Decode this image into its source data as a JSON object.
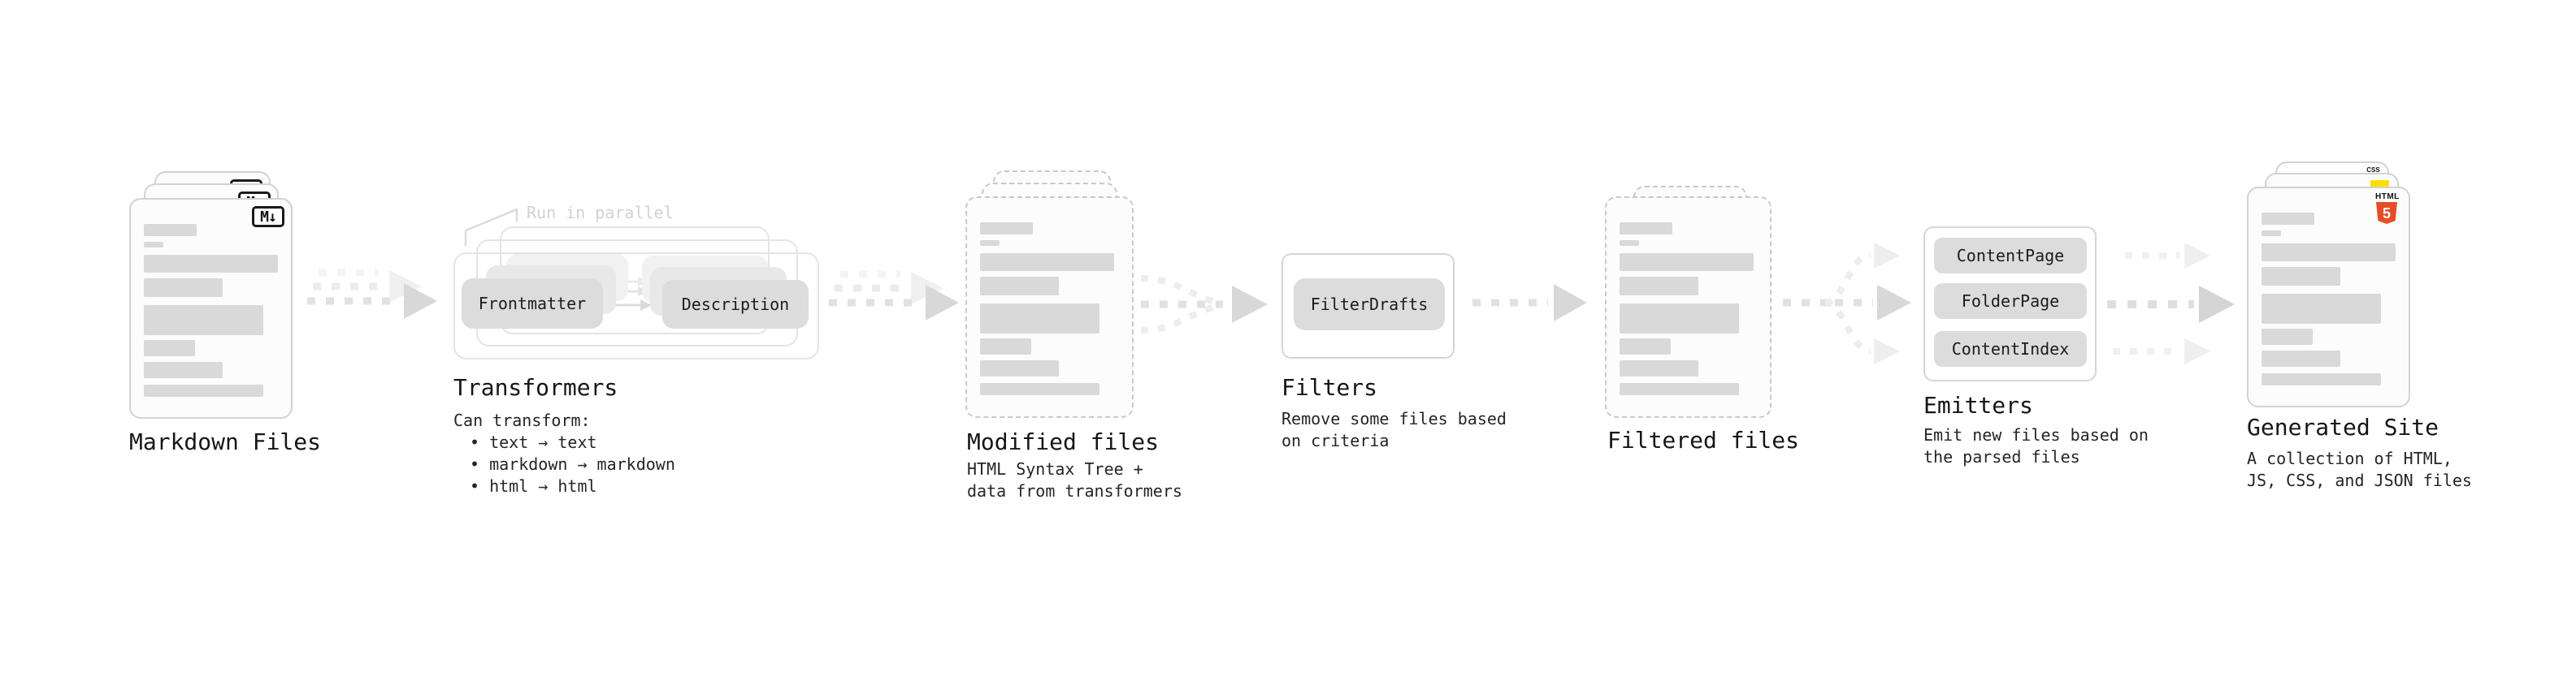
{
  "diagram": {
    "markdown_files": {
      "label": "Markdown Files",
      "icon_text": "M↓"
    },
    "transformers": {
      "label": "Transformers",
      "parallel_note": "Run in parallel",
      "pills": {
        "frontmatter": "Frontmatter",
        "description": "Description"
      },
      "caption_title": "Can transform:",
      "bullets": [
        "• text → text",
        "• markdown → markdown",
        "• html → html"
      ]
    },
    "modified_files": {
      "label": "Modified files",
      "caption_lines": [
        "HTML Syntax Tree +",
        "data from transformers"
      ]
    },
    "filters": {
      "label": "Filters",
      "pill": "FilterDrafts",
      "caption_lines": [
        "Remove some files based",
        "on criteria"
      ]
    },
    "filtered_files": {
      "label": "Filtered files"
    },
    "emitters": {
      "label": "Emitters",
      "pills": [
        "ContentPage",
        "FolderPage",
        "ContentIndex"
      ],
      "caption_lines": [
        "Emit new files based on",
        "the parsed files"
      ]
    },
    "generated_site": {
      "label": "Generated Site",
      "caption_lines": [
        "A collection of HTML,",
        "JS, CSS, and JSON files"
      ],
      "badges": {
        "css": "CSS",
        "html_word": "HTML",
        "html_number": "5"
      }
    },
    "colors": {
      "html5_orange": "#e44d26",
      "js_yellow": "#ffdf00",
      "css_blue": "#2c6fea"
    }
  }
}
